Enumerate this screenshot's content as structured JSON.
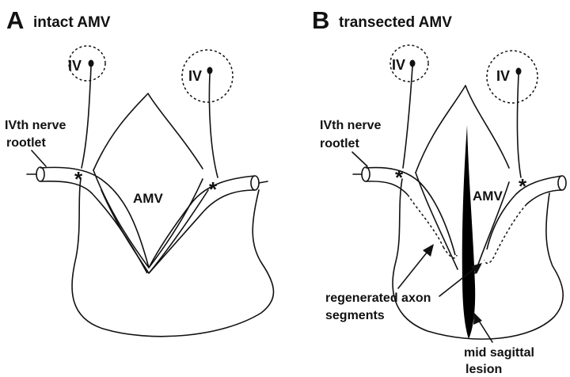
{
  "panel_a": {
    "letter": "A",
    "title": "intact AMV",
    "nucleus_left": "IV",
    "nucleus_right": "IV",
    "rootlet_line1": "IVth nerve",
    "rootlet_line2": "rootlet",
    "amv_label": "AMV",
    "asterisk_left": "*",
    "asterisk_right": "*"
  },
  "panel_b": {
    "letter": "B",
    "title": "transected AMV",
    "nucleus_left": "IV",
    "nucleus_right": "IV",
    "rootlet_line1": "IVth nerve",
    "rootlet_line2": "rootlet",
    "amv_label": "AMV",
    "asterisk_left": "*",
    "asterisk_right": "*",
    "regen_line1": "regenerated axon",
    "regen_line2": "segments",
    "lesion_line1": "mid sagittal",
    "lesion_line2": "lesion"
  }
}
